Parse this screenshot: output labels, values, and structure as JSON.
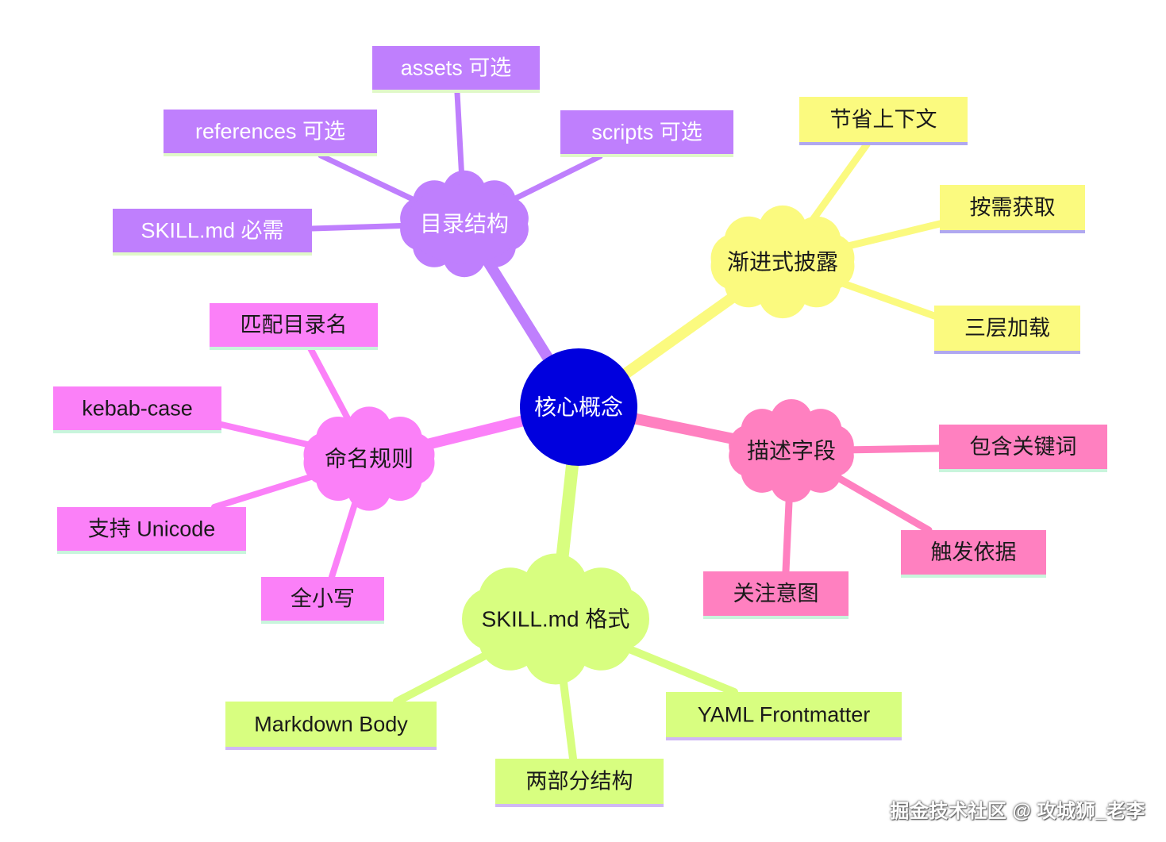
{
  "center": {
    "label": "核心概念",
    "color": "#0000de",
    "text_color": "#ffffff"
  },
  "branches": [
    {
      "id": "dir",
      "label": "目录结构",
      "color": "#bf7ffd",
      "text_color": "#ffffff",
      "underline": "#e0f8c8",
      "children": [
        "assets 可选",
        "scripts 可选",
        "references 可选",
        "SKILL.md 必需"
      ]
    },
    {
      "id": "prog",
      "label": "渐进式披露",
      "color": "#fbfa7f",
      "text_color": "#1a1a1a",
      "underline": "#b0a8f0",
      "children": [
        "节省上下文",
        "按需获取",
        "三层加载"
      ]
    },
    {
      "id": "desc",
      "label": "描述字段",
      "color": "#ff80c0",
      "text_color": "#1a1a1a",
      "underline": "#c8f5dc",
      "children": [
        "包含关键词",
        "触发依据",
        "关注意图"
      ]
    },
    {
      "id": "fmt",
      "label": "SKILL.md 格式",
      "color": "#d8fe80",
      "text_color": "#1a1a1a",
      "underline": "#d0b8f5",
      "children": [
        "YAML Frontmatter",
        "两部分结构",
        "Markdown Body"
      ]
    },
    {
      "id": "name",
      "label": "命名规则",
      "color": "#fb80f8",
      "text_color": "#1a1a1a",
      "underline": "#c8f5dc",
      "children": [
        "匹配目录名",
        "kebab-case",
        "支持 Unicode",
        "全小写"
      ]
    }
  ],
  "watermark": "掘金技术社区 @ 攻城狮_老李"
}
